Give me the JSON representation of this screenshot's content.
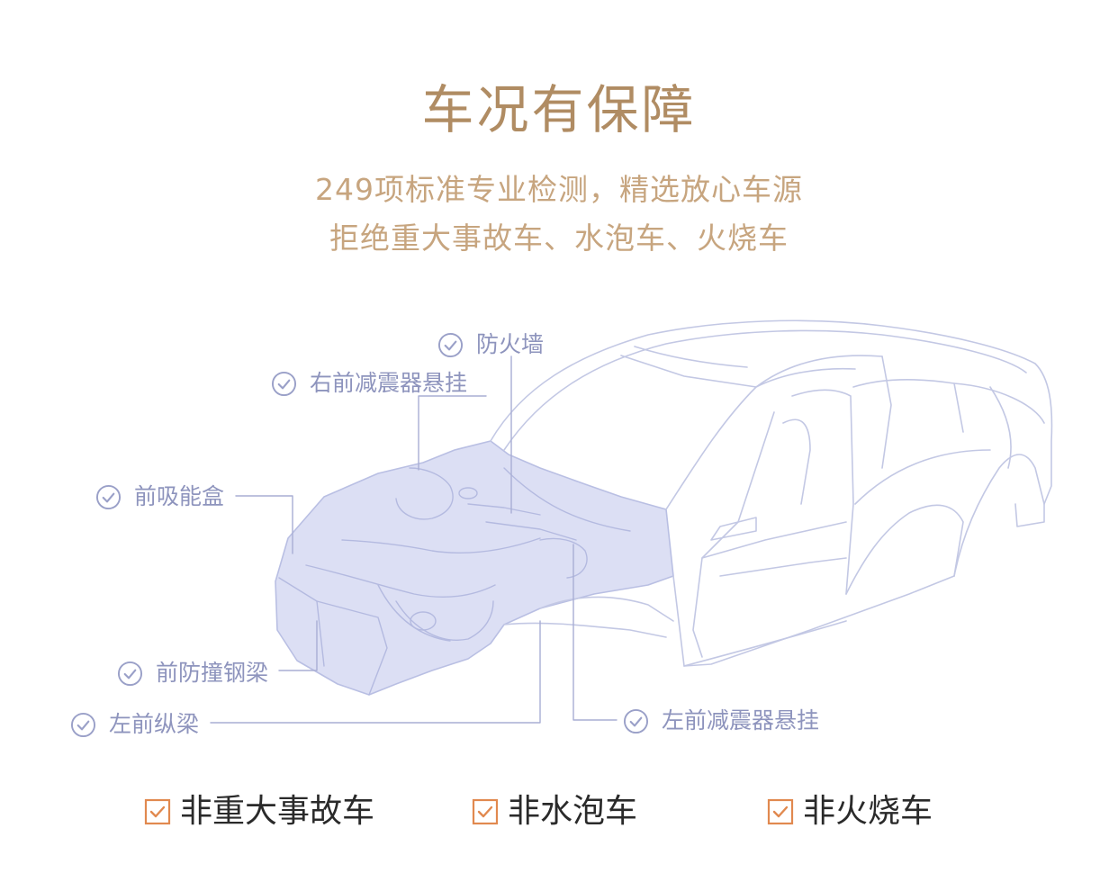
{
  "header": {
    "title": "车况有保障",
    "subtitle_line1": "249项标准专业检测，精选放心车源",
    "subtitle_line2": "拒绝重大事故车、水泡车、火烧车"
  },
  "diagram": {
    "labels": {
      "firewall": "防火墙",
      "right_front_shock": "右前减震器悬挂",
      "front_crash_box": "前吸能盒",
      "front_bumper_beam": "前防撞钢梁",
      "left_front_rail": "左前纵梁",
      "left_front_shock": "左前减震器悬挂"
    },
    "colors": {
      "label_text": "#8e94bd",
      "outline": "#bfc4e2",
      "highlight_fill": "#d7daf3",
      "check_icon": "#9aa0c8"
    }
  },
  "guarantees": [
    {
      "label": "非重大事故车"
    },
    {
      "label": "非水泡车"
    },
    {
      "label": "非火烧车"
    }
  ],
  "colors": {
    "title": "#b08c63",
    "subtitle": "#c7a57f",
    "checkbox_orange": "#e1894f",
    "footer_text": "#2a2a2a"
  }
}
